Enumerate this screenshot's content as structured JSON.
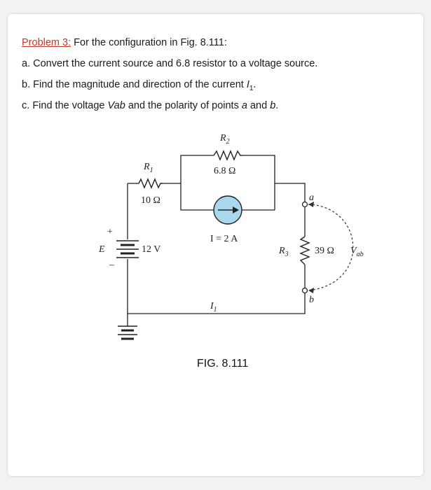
{
  "problem": {
    "label": "Problem 3:",
    "intro": " For the configuration in Fig. 8.111:",
    "parts": [
      {
        "prefix": "a. ",
        "text": "Convert the current source and 6.8 resistor to a voltage source."
      },
      {
        "prefix": "b. ",
        "text_before": "Find the magnitude and direction of the current ",
        "var": "I",
        "sub": "1",
        "text_after": "."
      },
      {
        "prefix": "c. ",
        "text_before": "Find the voltage ",
        "var": "Vab",
        "text_mid": " and the polarity of points ",
        "var2": "a",
        "and": " and ",
        "var3": "b",
        "text_after": "."
      }
    ]
  },
  "figure": {
    "caption": "FIG. 8.111",
    "labels": {
      "r1_name": "R",
      "r1_sub": "1",
      "r1_value": "10 Ω",
      "r2_name": "R",
      "r2_sub": "2",
      "r2_value": "6.8 Ω",
      "r3_name": "R",
      "r3_sub": "3",
      "r3_value": "39 Ω",
      "source_current": "I = 2 A",
      "battery_name": "E",
      "battery_value": "12 V",
      "battery_plus": "+",
      "battery_minus": "–",
      "current_name": "I",
      "current_sub": "1",
      "node_a": "a",
      "node_b": "b",
      "vab_name": "V",
      "vab_sub": "ab"
    },
    "colors": {
      "source_fill": "#a9d8ee",
      "wire": "#222222"
    }
  }
}
